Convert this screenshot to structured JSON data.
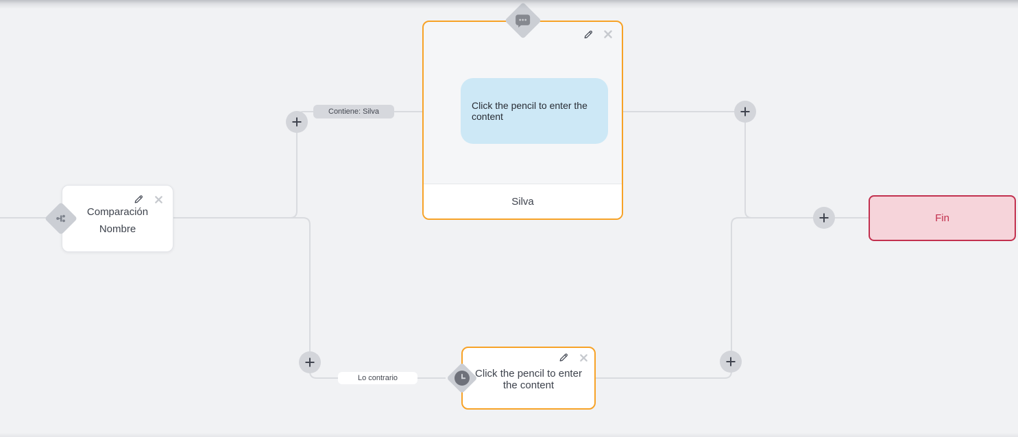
{
  "colors": {
    "canvas_bg": "#f1f2f4",
    "edge": "#d9dbdf",
    "accent_orange": "#f7a226",
    "bubble_bg": "#cde8f6",
    "end_bg": "#f6d4da",
    "end_accent": "#c2304e",
    "node_text": "#3d424c"
  },
  "nodes": {
    "condition": {
      "line1": "Comparación",
      "line2": "Nombre"
    },
    "message": {
      "bubble_text": "Click the pencil to enter the content",
      "footer_label": "Silva"
    },
    "delay": {
      "text": "Click the pencil to enter the content"
    },
    "end": {
      "label": "Fin"
    }
  },
  "edge_labels": {
    "condition_true": "Contiene: Silva",
    "condition_false": "Lo contrario"
  },
  "icons": {
    "condition_badge": "branch-icon",
    "message_badge": "chat-bubble-icon",
    "delay_badge": "clock-icon",
    "node_edit": "pencil-icon",
    "node_delete": "close-icon",
    "connector_add": "plus-icon"
  }
}
